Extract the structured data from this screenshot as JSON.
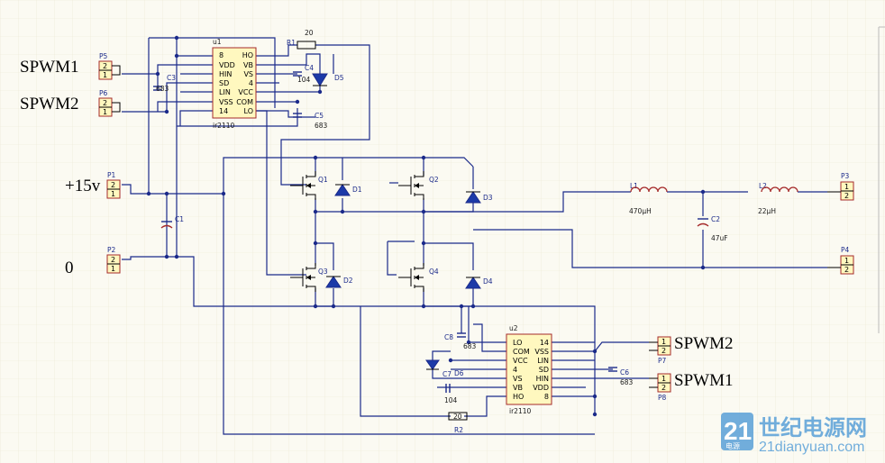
{
  "labels": {
    "spwm1_left": "SPWM1",
    "spwm2_left": "SPWM2",
    "plus15v": "+15v",
    "zero": "0",
    "spwm2_right": "SPWM2",
    "spwm1_right": "SPWM1"
  },
  "u1": {
    "ref": "u1",
    "part": "ir2110",
    "pins_left": [
      "8",
      "VDD",
      "HIN",
      "SD",
      "LIN",
      "VSS",
      "14"
    ],
    "pins_right": [
      "HO",
      "VB",
      "VS",
      "4",
      "VCC",
      "COM",
      "LO"
    ]
  },
  "u2": {
    "ref": "u2",
    "part": "ir2110",
    "pins_left": [
      "LO",
      "COM",
      "VCC",
      "4",
      "VS",
      "VB",
      "HO"
    ],
    "pins_right": [
      "14",
      "VSS",
      "LIN",
      "SD",
      "HIN",
      "VDD",
      "8"
    ]
  },
  "connectors": {
    "P5": {
      "ref": "P5",
      "pins": [
        "2",
        "1"
      ]
    },
    "P6": {
      "ref": "P6",
      "pins": [
        "2",
        "1"
      ]
    },
    "P1": {
      "ref": "P1",
      "pins": [
        "2",
        "1"
      ]
    },
    "P2": {
      "ref": "P2",
      "pins": [
        "2",
        "1"
      ]
    },
    "P3": {
      "ref": "P3",
      "pins": [
        "1",
        "2"
      ]
    },
    "P4": {
      "ref": "P4",
      "pins": [
        "1",
        "2"
      ]
    },
    "P7": {
      "ref": "P7",
      "pins": [
        "1",
        "2"
      ]
    },
    "P8": {
      "ref": "P8",
      "pins": [
        "1",
        "2"
      ]
    }
  },
  "components": {
    "R1": {
      "ref": "R1",
      "value": "20"
    },
    "R2": {
      "ref": "R2",
      "value": "20"
    },
    "C1": {
      "ref": "C1"
    },
    "C2": {
      "ref": "C2",
      "value": "47uF"
    },
    "C3": {
      "ref": "C3",
      "value": "683"
    },
    "C4": {
      "ref": "C4",
      "value": "104"
    },
    "C5": {
      "ref": "C5",
      "value": "683"
    },
    "C6": {
      "ref": "C6",
      "value": "683"
    },
    "C7": {
      "ref": "C7",
      "value": "104"
    },
    "C8": {
      "ref": "C8",
      "value": "683"
    },
    "L1": {
      "ref": "L1",
      "value": "470μH"
    },
    "L2": {
      "ref": "L2",
      "value": "22μH"
    },
    "D1": {
      "ref": "D1"
    },
    "D2": {
      "ref": "D2"
    },
    "D3": {
      "ref": "D3"
    },
    "D4": {
      "ref": "D4"
    },
    "D5": {
      "ref": "D5"
    },
    "D6": {
      "ref": "D6"
    },
    "Q1": {
      "ref": "Q1"
    },
    "Q2": {
      "ref": "Q2"
    },
    "Q3": {
      "ref": "Q3"
    },
    "Q4": {
      "ref": "Q4"
    }
  },
  "watermark": {
    "cn": "世纪电源网",
    "url": "21dianyuan.com",
    "badge": "21",
    "badge_sub": "电源"
  },
  "colors": {
    "wire": "#1b2a8a",
    "chip_fill": "#fff8bf",
    "chip_border": "#a52a2a",
    "diode": "#1c3aa8",
    "watermark": "#5aa0d8"
  }
}
